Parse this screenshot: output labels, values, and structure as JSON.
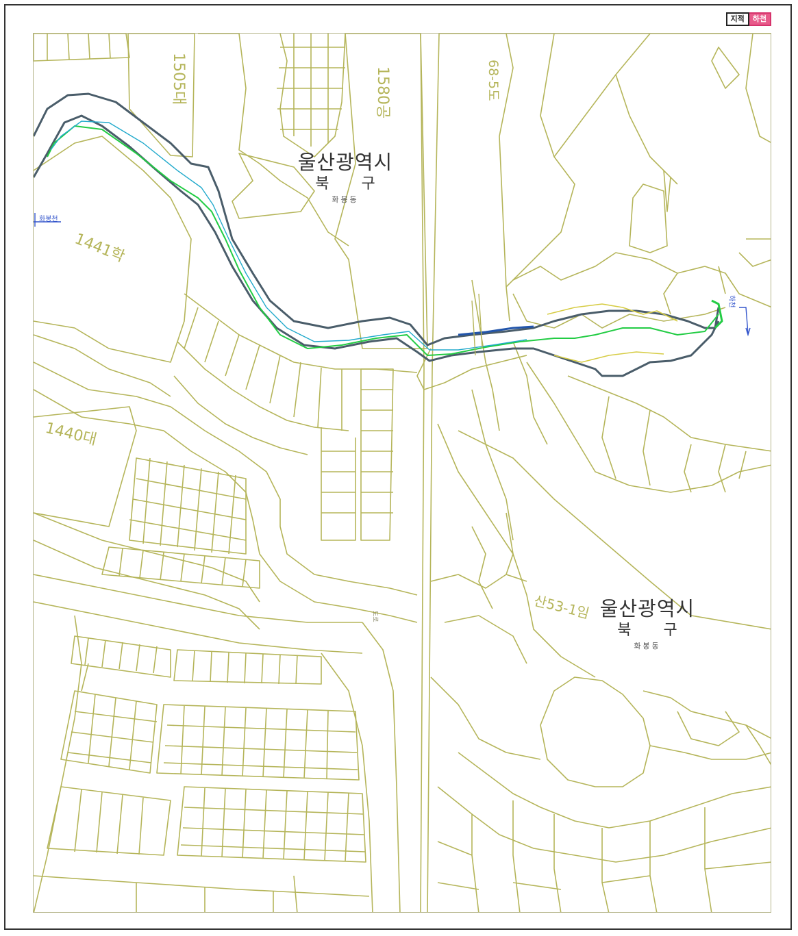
{
  "legend": {
    "label_a": "지적",
    "label_b": "하천"
  },
  "admin_areas": [
    {
      "city": "울산광역시",
      "gu": "북 구",
      "dong": "화봉동"
    },
    {
      "city": "울산광역시",
      "gu": "북 구",
      "dong": "화봉동"
    }
  ],
  "parcels": [
    {
      "label": "1505대"
    },
    {
      "label": "1580공"
    },
    {
      "label": "68-5도"
    },
    {
      "label": "1441학"
    },
    {
      "label": "1440대"
    },
    {
      "label": "산53-1임"
    }
  ],
  "markers": {
    "left": "화봉천",
    "right": "하천"
  },
  "road_label": "도로",
  "colors": {
    "parcel_line": "#b5b55a",
    "river_dark": "#4a5d6a",
    "river_green": "#22cc44",
    "river_cyan": "#22aacc",
    "marker_blue": "#3355cc",
    "legend_pink": "#e85a8a"
  }
}
